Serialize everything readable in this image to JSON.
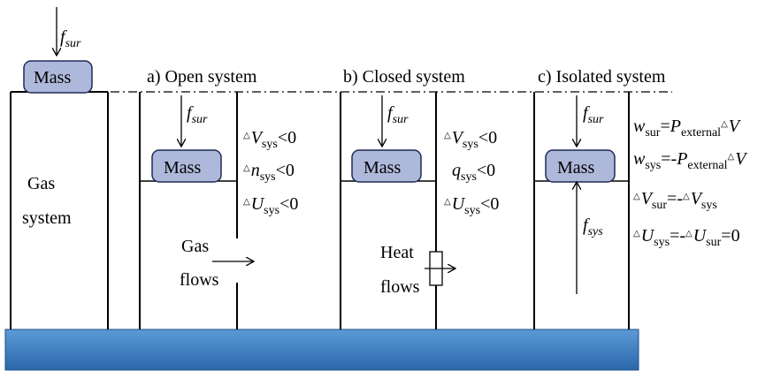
{
  "colors": {
    "mass_fill": "#aeb8da",
    "mass_stroke": "#1f2a55",
    "base_fill_top": "#4f8fd0",
    "base_fill_bottom": "#2d69ad",
    "line": "#000000"
  },
  "left_system": {
    "force_symbol": "f",
    "force_sub": "sur",
    "mass_label": "Mass",
    "gas_line1": "Gas",
    "gas_line2": "system"
  },
  "panels": {
    "open": {
      "title": "a) Open system",
      "force_symbol": "f",
      "force_sub": "sur",
      "mass_label": "Mass",
      "eq1": {
        "sym": "V",
        "sub": "sys",
        "rel": "<0"
      },
      "eq2": {
        "sym": "n",
        "sub": "sys",
        "rel": "<0"
      },
      "eq3": {
        "sym": "U",
        "sub": "sys",
        "rel": "<0"
      },
      "flow_line1": "Gas",
      "flow_line2": "flows"
    },
    "closed": {
      "title": "b) Closed system",
      "force_symbol": "f",
      "force_sub": "sur",
      "mass_label": "Mass",
      "eq1": {
        "sym": "V",
        "sub": "sys",
        "rel": "<0"
      },
      "eq2": {
        "sym": "q",
        "sub": "sys",
        "rel": "<0"
      },
      "eq3": {
        "sym": "U",
        "sub": "sys",
        "rel": "<0"
      },
      "flow_line1": "Heat",
      "flow_line2": "flows"
    },
    "isolated": {
      "title": "c) Isolated system",
      "force_symbol": "f",
      "force_sub": "sur",
      "mass_label": "Mass",
      "sys_force_symbol": "f",
      "sys_force_sub": "sys",
      "w_sur": {
        "sym": "w",
        "sub": "sur",
        "rhs_sym": "P",
        "rhs_sub": "external",
        "tail": "V"
      },
      "w_sys": {
        "sym": "w",
        "sub": "sys",
        "rhs_sym": "P",
        "rhs_sub": "external",
        "tail": "V"
      },
      "v_sur": {
        "sym": "V",
        "sub": "sur",
        "rhs_sym": "V",
        "rhs_sub": "sys"
      },
      "u_sys": {
        "sym": "U",
        "sub": "sys",
        "rhs_sym": "U",
        "rhs_sub": "sur",
        "tail": "=0"
      }
    }
  },
  "delta_glyph": "△",
  "equals": "=",
  "minus_eq": "=-",
  "minus_delta_eq": "=-"
}
